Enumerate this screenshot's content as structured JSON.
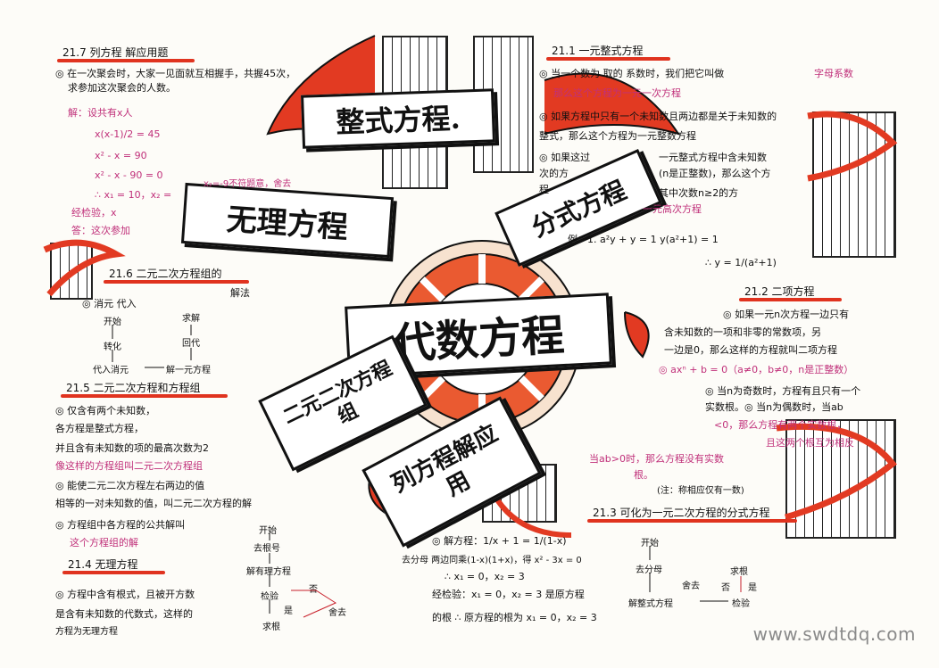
{
  "center_title": "代数方程",
  "branches": {
    "polynomial": "整式方程.",
    "irrational": "无理方程",
    "fractional": "分式方程",
    "system": "二元二次方程组",
    "application": "列方程解应用"
  },
  "s21_7": {
    "title": "21.7 列方程 解应用题",
    "lines": [
      "◎ 在一次聚会时，大家一见面就互相握手，共握45次，",
      "求参加这次聚会的人数。"
    ],
    "solution": [
      "解：设共有x人",
      "x(x-1)/2 = 45",
      "x² - x = 90",
      "x² - x - 90 = 0",
      "∴ x₁ = 10，x₂ =",
      "经检验，x",
      "答：这次参加"
    ],
    "note": "x₂=-9不符题意，舍去"
  },
  "s21_1": {
    "title": "21.1 一元整式方程",
    "lines": [
      "◎ 当一个数为 取的 系数时，我们把它叫做",
      "那么这个方程为一元一次方程",
      "◎ 如果方程中只有一个未知数且两边都是关于未知数的",
      "整式，那么这个方程为一元整数方程",
      "◎ 如果这过",
      "次的方",
      "程",
      "一元高次方程",
      "例：1. a²y + y = 1    y(a²+1) = 1",
      "∴ y = 1/(a²+1)"
    ],
    "highlight": "字母系数",
    "partial": [
      "一元整式方程中含未知数",
      "(n是正整数)，那么这个方",
      "其中次数n≥2的方"
    ]
  },
  "s21_6": {
    "title": "21.6 二元二次方程组的",
    "title2": "解法",
    "method": "◎ 消元 代入",
    "flow": [
      "开始",
      "转化",
      "代入消元",
      "解一元方程",
      "回代",
      "求解"
    ]
  },
  "s21_2": {
    "title": "21.2 二项方程",
    "lines": [
      "◎ 如果一元n次方程一边只有",
      "含未知数的一项和非零的常数项，另",
      "一边是0，那么这样的方程就叫二项方程",
      "◎ axⁿ + b = 0（a≠0，b≠0，n是正整数）",
      "◎ 当n为奇数时，方程有且只有一个",
      "实数根。◎ 当n为偶数时，当ab",
      "<0，那么方程有两个实数根，",
      "且这两个根互为相反"
    ],
    "extra": [
      "当ab>0时，那么方程没有实数",
      "根。",
      "(注：称相应仅有一数)"
    ]
  },
  "s21_5": {
    "title": "21.5 二元二次方程和方程组",
    "lines": [
      "◎ 仅含有两个未知数，",
      "各方程是整式方程，",
      "并且含有未知数的项的最高次数为2",
      "像这样的方程组叫二元二次方程组",
      "◎ 能使二元二次方程左右两边的值",
      "相等的一对未知数的值，叫二元二次方程的解",
      "◎ 方程组中各方程的公共解叫",
      "这个方程组的解"
    ]
  },
  "s21_4": {
    "title": "21.4 无理方程",
    "lines": [
      "◎ 方程中含有根式，且被开方数",
      "是含有未知数的代数式，这样的",
      "方程为无理方程"
    ],
    "flow": [
      "开始",
      "去根号",
      "解有理方程",
      "检验",
      "是",
      "求根",
      "否",
      "舍去"
    ]
  },
  "s21_3": {
    "title": "21.3 可化为一元二次方程的分式方程",
    "lines": [
      "◎ 解方程：1/x + 1 = 1/(1-x)",
      "去分母 两边同乘(1-x)(1+x)，得 x² - 3x = 0",
      "∴ x₁ = 0，x₂ = 3",
      "经检验：x₁ = 0，x₂ = 3 是原方程",
      "的根 ∴ 原方程的根为 x₁ = 0，x₂ = 3"
    ],
    "flow": [
      "开始",
      "去分母",
      "解整式方程",
      "检验",
      "是",
      "求根",
      "否",
      "舍去"
    ]
  },
  "watermark": "www.swdtdq.com"
}
